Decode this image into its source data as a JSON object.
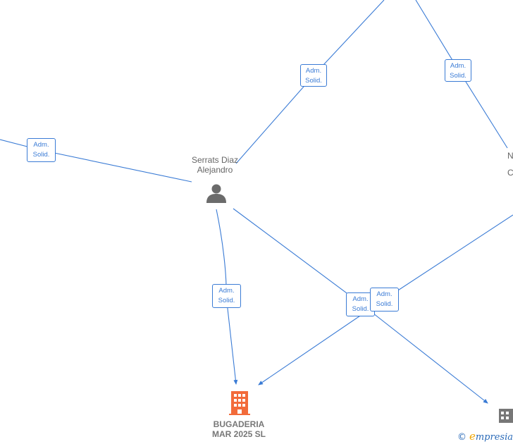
{
  "relations": {
    "r1": [
      "Adm.",
      "Solid."
    ],
    "r2": [
      "Adm.",
      "Solid."
    ],
    "r3": [
      "Adm.",
      "Solid."
    ],
    "r4": [
      "Adm.",
      "Solid."
    ],
    "r5": [
      "Adm.",
      "Solid."
    ],
    "r6": [
      "Adm.",
      "Solid."
    ]
  },
  "people": {
    "serrats": {
      "line1": "Serrats Diaz",
      "line2": "Alejandro"
    },
    "partial_right": {
      "line1": "N",
      "line2": "C"
    }
  },
  "companies": {
    "bugaderia": {
      "line1": "BUGADERIA",
      "line2": "MAR 2025  SL",
      "color": "#f26b3a"
    },
    "partial_company": {
      "color": "#777777"
    }
  },
  "colors": {
    "edge": "#3a7bd5",
    "person_icon": "#6b6b6b"
  },
  "brand": {
    "copyright": "©",
    "name_initial": "e",
    "name_rest": "mpresia"
  }
}
